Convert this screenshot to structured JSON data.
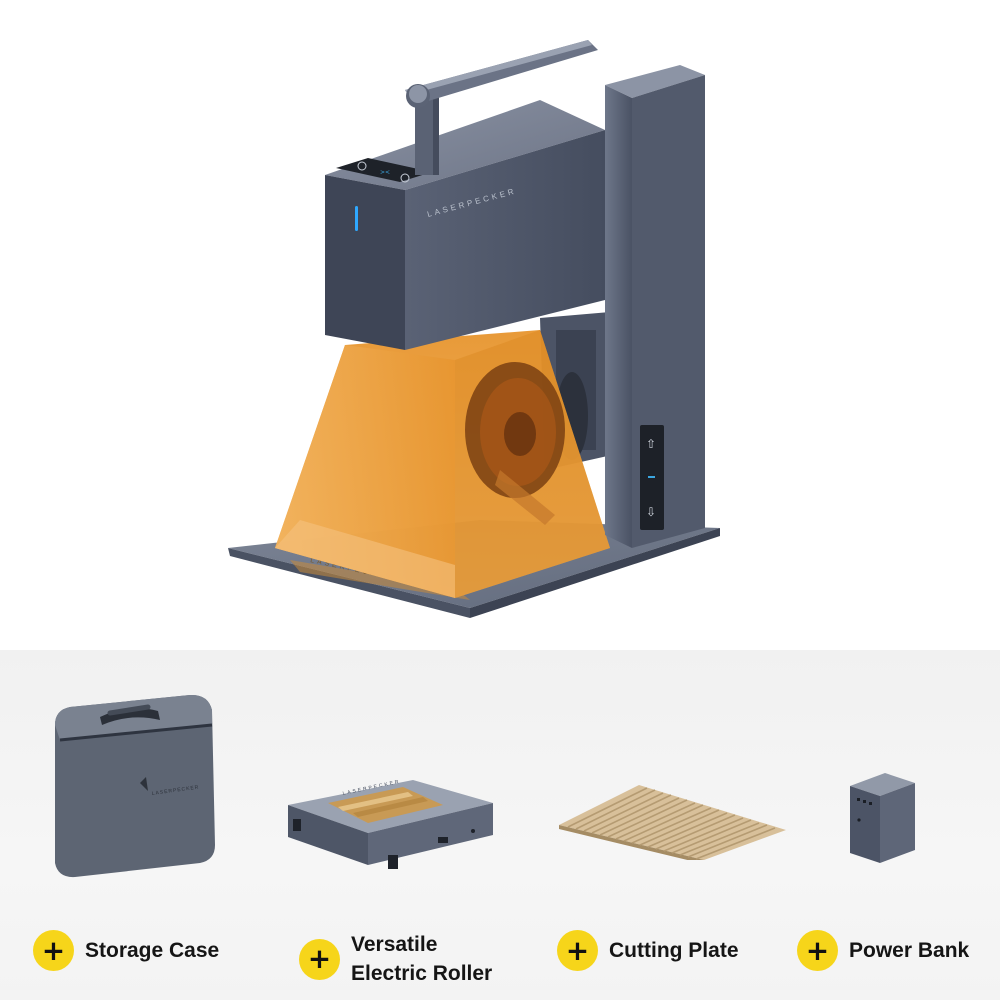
{
  "product": {
    "brand_mark": "LASERPECKER",
    "base_mark": "LASERPECKER"
  },
  "accessories": [
    {
      "icon": "storage-case-icon",
      "label": "Storage Case",
      "case_mark": "LASERPECKER"
    },
    {
      "icon": "electric-roller-icon",
      "label": "Versatile\nElectric Roller",
      "roller_mark": "LASERPECKER"
    },
    {
      "icon": "cutting-plate-icon",
      "label": "Cutting Plate"
    },
    {
      "icon": "power-bank-icon",
      "label": "Power Bank"
    }
  ],
  "colors": {
    "badge": "#f6d51a",
    "device_body": "#4b5366",
    "shield_amber": "#e79a2c",
    "panel_background": "#f2f2f2"
  }
}
